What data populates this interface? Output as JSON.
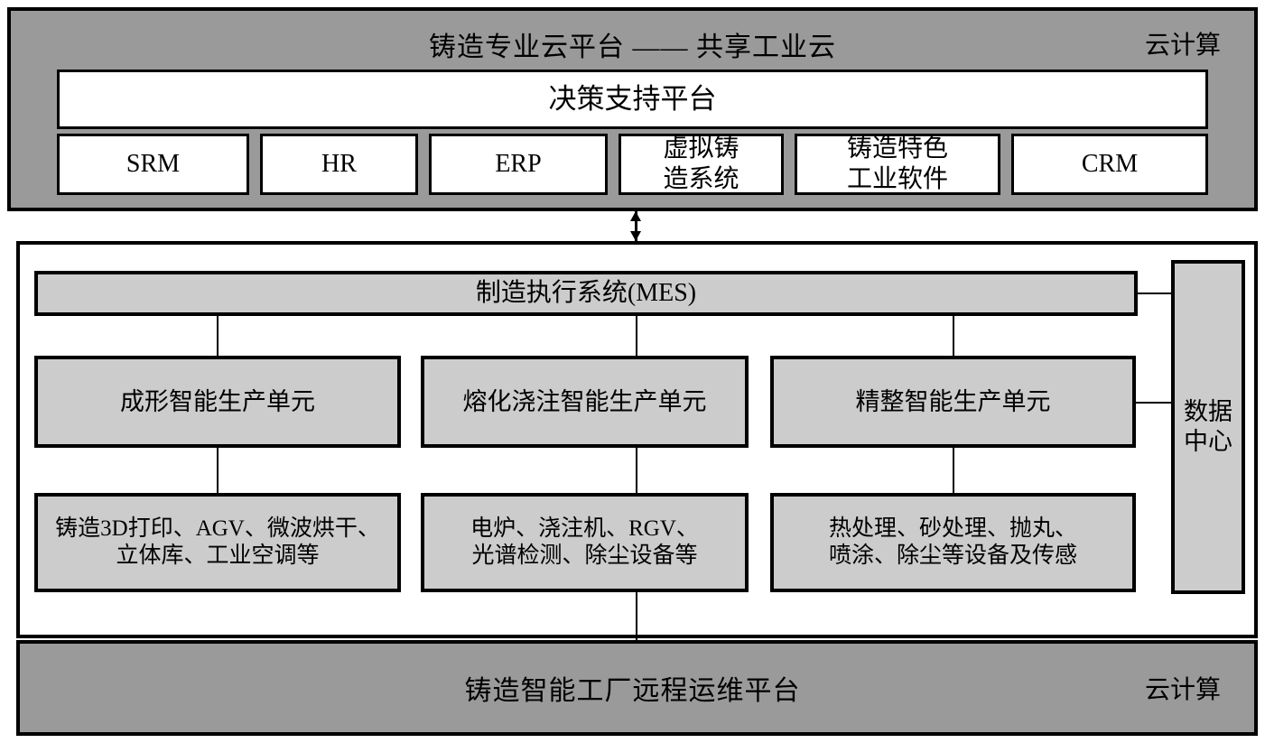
{
  "cloud_top": {
    "title": "铸造专业云平台 —— 共享工业云",
    "corner_label": "云计算",
    "decision_platform": "决策支持平台",
    "apps": [
      {
        "label": "SRM"
      },
      {
        "label": "HR"
      },
      {
        "label": "ERP"
      },
      {
        "label": "虚拟铸\n造系统"
      },
      {
        "label": "铸造特色\n工业软件"
      },
      {
        "label": "CRM"
      }
    ]
  },
  "factory": {
    "mes": "制造执行系统(MES)",
    "data_center": "数据\n中心",
    "columns": [
      {
        "unit": "成形智能生产单元",
        "equipment": "铸造3D打印、AGV、微波烘干、\n立体库、工业空调等"
      },
      {
        "unit": "熔化浇注智能生产单元",
        "equipment": "电炉、浇注机、RGV、\n光谱检测、除尘设备等"
      },
      {
        "unit": "精整智能生产单元",
        "equipment": "热处理、砂处理、抛丸、\n喷涂、除尘等设备及传感"
      }
    ]
  },
  "cloud_bottom": {
    "title": "铸造智能工厂远程运维平台",
    "corner_label": "云计算"
  },
  "colors": {
    "band_gray": "#9a9a9a",
    "card_gray": "#cccccc",
    "line_black": "#000000",
    "panel_white": "#ffffff"
  }
}
